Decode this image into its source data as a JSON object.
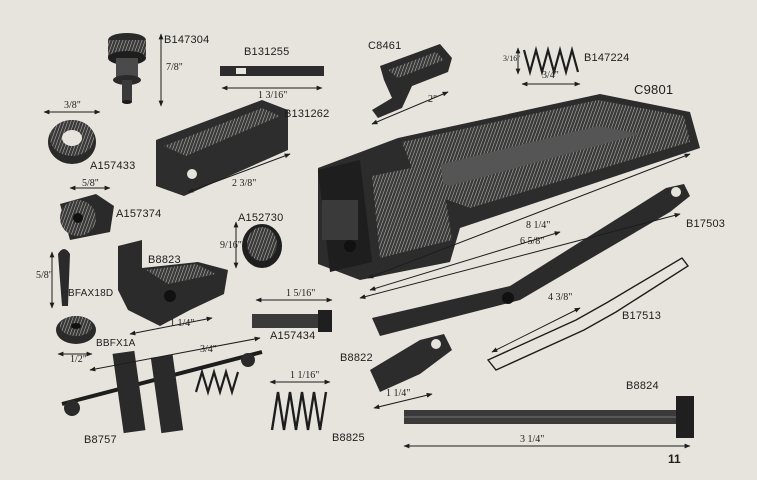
{
  "page_number": "11",
  "parts": [
    {
      "code": "B147304",
      "dimension": "7/8\""
    },
    {
      "code": "B131255",
      "dimension": "1 3/16\""
    },
    {
      "code": "C8461",
      "dimension": "2\""
    },
    {
      "code": "B147224",
      "dimension": "3/4\"",
      "dimension2": "3/16\""
    },
    {
      "code": "C9801",
      "dimension": "8 1/4\"",
      "dimension2": "6 5/8\""
    },
    {
      "code": "B131262",
      "dimension": "2 3/8\""
    },
    {
      "code": "A157433",
      "dimension": "3/8\""
    },
    {
      "code": "A157374",
      "dimension": "5/8\""
    },
    {
      "code": "A152730",
      "dimension": "9/16\""
    },
    {
      "code": "B17503"
    },
    {
      "code": "BFAX18D",
      "dimension": "5/8\""
    },
    {
      "code": "B8823",
      "dimension": "1 1/4\""
    },
    {
      "code": "A157434",
      "dimension": "1 5/16\""
    },
    {
      "code": "B17513",
      "dimension": "4 3/8\""
    },
    {
      "code": "BBFX1A",
      "dimension": "1/2\""
    },
    {
      "code": "B8822",
      "dimension": "1 1/4\""
    },
    {
      "code": "B8824",
      "dimension": "3 1/4\""
    },
    {
      "code": "B8757",
      "dimension": "3/4\""
    },
    {
      "code": "B8825",
      "dimension": "1 1/16\""
    }
  ]
}
